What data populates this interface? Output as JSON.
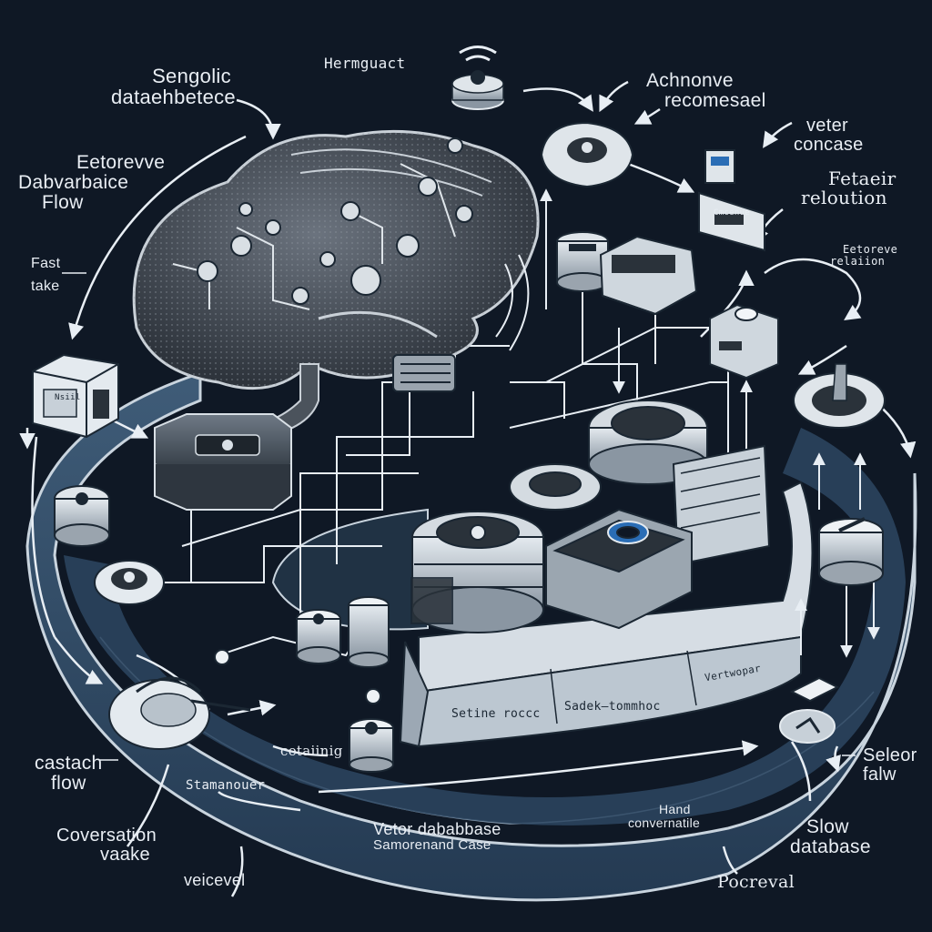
{
  "labels": {
    "sengolic": [
      "Sengolic",
      "dataehbetece"
    ],
    "hermguact": "Hermguact",
    "achnonve": [
      "Achnonve",
      "recomesael"
    ],
    "veter": [
      "veter",
      "concase"
    ],
    "fetaeir": [
      "Fetaeir",
      "reloution"
    ],
    "etaorouve": [
      "Eetoreve",
      "relaiion"
    ],
    "etorevve": [
      "Eetorevve",
      "Dabvarbaice",
      "Flow"
    ],
    "fast": [
      "Fast",
      "take"
    ],
    "castach": [
      "castach",
      "flow"
    ],
    "conversation": [
      "Coversation",
      "vaake"
    ],
    "veicevel": "veicevel",
    "selectr": [
      "Seleor",
      "falw"
    ],
    "slow": [
      "Slow",
      "database"
    ],
    "pocreval": "Pocreval",
    "hand": [
      "Hand",
      "convernatile"
    ],
    "vetor_db": [
      "Vetor dababbase",
      "Samorenand Case"
    ],
    "stamanouer": "Stamanouer",
    "cetaiinig": "cetaiinig",
    "setine": "Setine roccc",
    "sadek": "Sadek—tommhoc",
    "vertwopar": "Vertwopar",
    "cube_tag": "Nsiil",
    "box_tag": "Cmcenue"
  },
  "colors": {
    "background": "#0f1825",
    "platform": "#34506a",
    "platform_edge": "#c9d4de",
    "line": "#e8eef4",
    "brain": "#4e5560",
    "node": "#c7d0d8",
    "accent_blue": "#2a6db5"
  },
  "icons": [
    "brain-icon",
    "wifi-icon",
    "database-icon",
    "gear-icon",
    "monitor-icon",
    "cube-icon",
    "cylinder-icon",
    "joystick-icon",
    "arrow-icon"
  ]
}
